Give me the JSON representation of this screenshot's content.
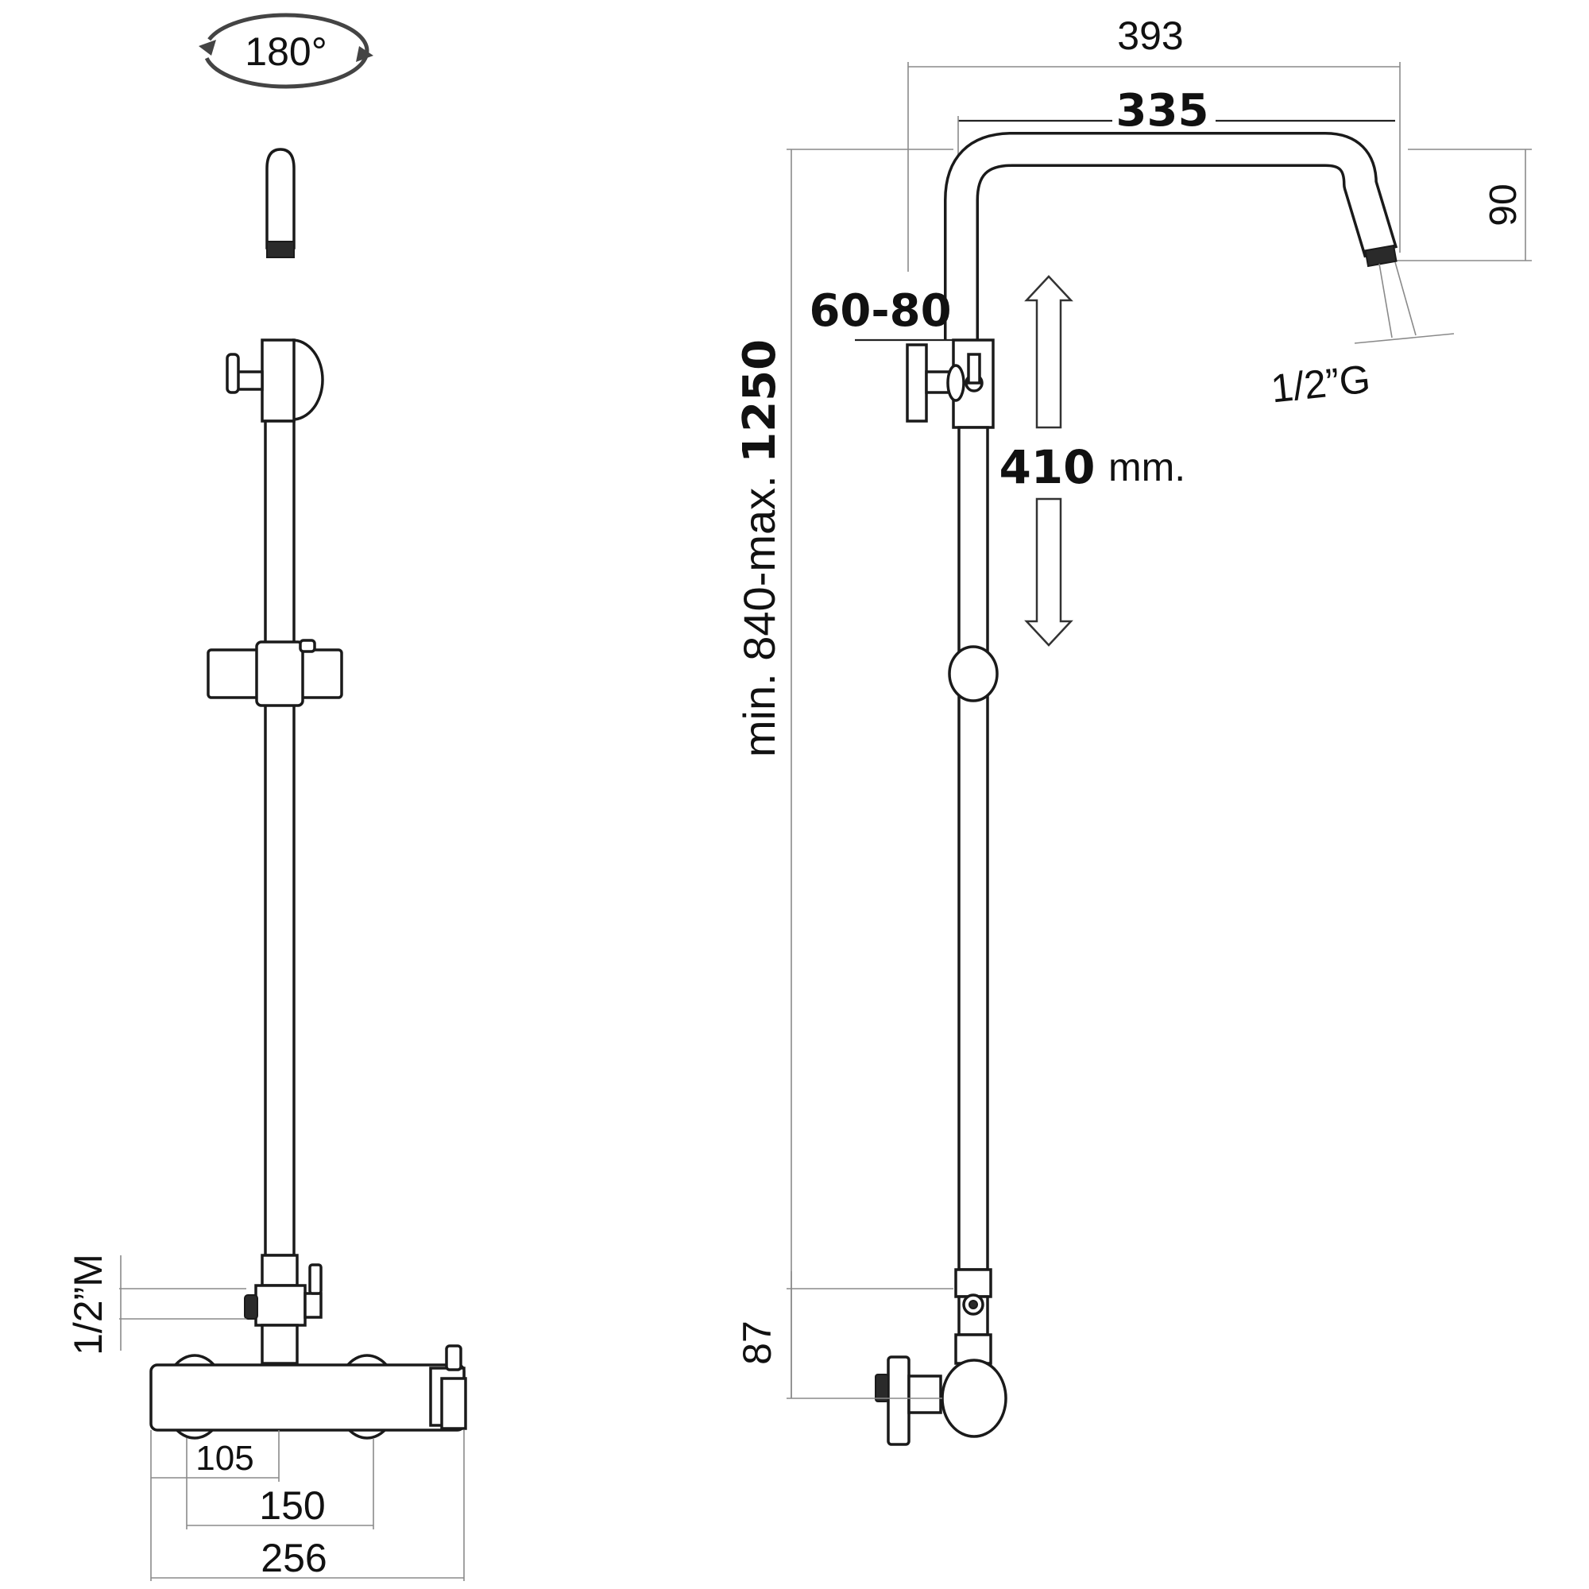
{
  "front_view": {
    "rotation_label": "180°",
    "inlet_thread_label": "1/2”M",
    "dim_105": "105",
    "dim_150": "150",
    "dim_256": "256"
  },
  "side_view": {
    "dim_393": "393",
    "dim_335": "335",
    "dim_90": "90",
    "dim_60_80": "60-80",
    "outlet_thread_label": "1/2”G",
    "height_range_prefix": "min. 840-max. ",
    "height_range_max": "1250",
    "slide_travel_value": "410",
    "slide_travel_unit": "mm.",
    "dim_87": "87"
  }
}
